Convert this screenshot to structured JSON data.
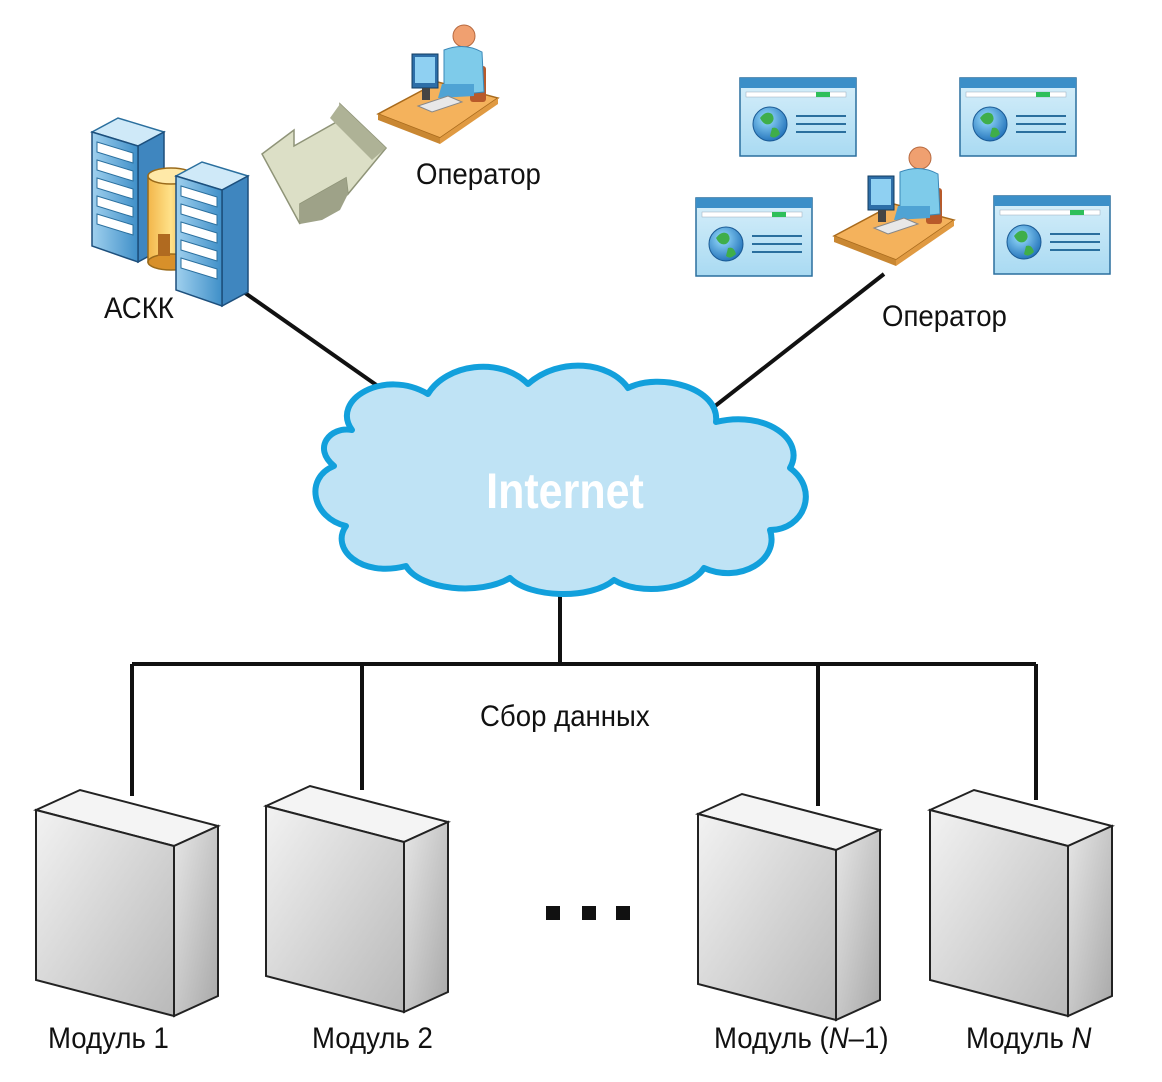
{
  "labels": {
    "server_cluster": "АСКК",
    "operator_left": "Оператор",
    "operator_right": "Оператор",
    "cloud": "Internet",
    "bus": "Сбор данных",
    "ellipsis": "•••"
  },
  "modules": [
    {
      "prefix": "Модуль ",
      "italic": "",
      "suffix": "1"
    },
    {
      "prefix": "Модуль ",
      "italic": "",
      "suffix": "2"
    },
    {
      "prefix": "Модуль (",
      "italic": "N",
      "suffix": "–1)"
    },
    {
      "prefix": "Модуль ",
      "italic": "N",
      "suffix": ""
    }
  ],
  "colors": {
    "line": "#111111",
    "cloud_fill": "#bfe3f5",
    "cloud_stroke": "#12a0dc",
    "server_blue": "#5aa7d6",
    "browser_blue": "#3b9bd6",
    "arrow_fill": "#d9dcc4",
    "box_face": "#d8d8d8"
  },
  "icons": [
    "server-cluster-icon",
    "operator-workstation-icon",
    "bidirectional-arrow-icon",
    "browser-window-icon",
    "globe-icon",
    "cloud-icon",
    "module-box-icon"
  ]
}
